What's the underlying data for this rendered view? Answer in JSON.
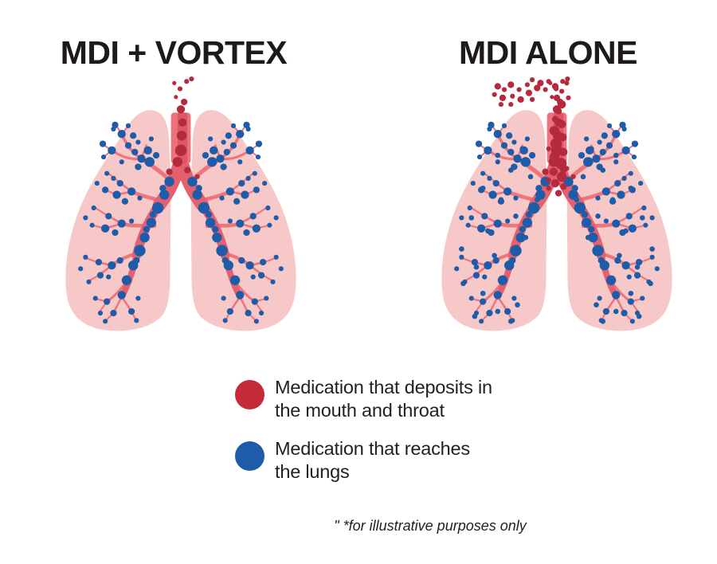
{
  "colors": {
    "lung": "#F6C8C8",
    "airway": "#E4606E",
    "airway_light": "#ED727C",
    "airway_core": "#DE5765",
    "branch": "#EF757D",
    "red_dot": "#B32B3C",
    "blue_dot": "#1E5CA9",
    "legend_red": "#C32B3B",
    "legend_blue": "#1E5CA9",
    "title_text": "#1E1A1B",
    "body_text": "#242021"
  },
  "panels": [
    {
      "title": "MDI + VORTEX",
      "red_dots": [
        [
          162,
          56,
          5
        ],
        [
          161,
          72,
          6
        ],
        [
          160,
          90,
          7
        ],
        [
          156,
          104,
          6
        ],
        [
          146,
          116,
          4
        ],
        [
          168,
          114,
          4
        ],
        [
          180,
          122,
          3
        ],
        [
          160,
          40,
          5
        ],
        [
          164,
          31,
          4
        ],
        [
          154,
          25,
          2.5
        ],
        [
          159,
          15,
          3
        ],
        [
          152,
          8,
          2.5
        ],
        [
          167,
          6,
          3
        ],
        [
          173,
          3,
          3
        ]
      ],
      "blue_dots": [
        [
          112,
          100,
          5
        ],
        [
          104,
          92,
          4
        ],
        [
          120,
          90,
          5
        ],
        [
          96,
          84,
          4
        ],
        [
          88,
          70,
          5
        ],
        [
          80,
          59,
          4
        ],
        [
          96,
          60,
          3
        ],
        [
          102,
          72,
          4
        ],
        [
          76,
          90,
          5
        ],
        [
          65,
          82,
          4
        ],
        [
          66,
          98,
          3
        ],
        [
          108,
          110,
          4
        ],
        [
          122,
          104,
          6
        ],
        [
          130,
          96,
          4
        ],
        [
          88,
          104,
          3
        ],
        [
          78,
          64,
          3
        ],
        [
          108,
          80,
          3
        ],
        [
          124,
          76,
          3
        ],
        [
          100,
          140,
          5
        ],
        [
          86,
          130,
          4
        ],
        [
          82,
          144,
          5
        ],
        [
          70,
          118,
          3
        ],
        [
          68,
          138,
          4
        ],
        [
          92,
          152,
          4
        ],
        [
          110,
          148,
          3
        ],
        [
          58,
          130,
          3
        ],
        [
          78,
          124,
          3
        ],
        [
          88,
          179,
          5
        ],
        [
          72,
          170,
          4
        ],
        [
          68,
          185,
          5
        ],
        [
          54,
          160,
          3
        ],
        [
          52,
          181,
          3
        ],
        [
          80,
          190,
          4
        ],
        [
          100,
          176,
          3
        ],
        [
          44,
          172,
          3
        ],
        [
          76,
          230,
          5
        ],
        [
          60,
          226,
          4
        ],
        [
          62,
          242,
          4
        ],
        [
          44,
          220,
          3
        ],
        [
          48,
          250,
          3
        ],
        [
          86,
          224,
          4
        ],
        [
          72,
          244,
          3
        ],
        [
          38,
          234,
          3
        ],
        [
          70,
          274,
          4
        ],
        [
          56,
          270,
          3
        ],
        [
          62,
          288,
          3
        ],
        [
          78,
          288,
          4
        ],
        [
          68,
          298,
          3
        ],
        [
          100,
          286,
          4
        ],
        [
          106,
          297,
          3
        ],
        [
          88,
          266,
          5
        ],
        [
          108,
          270,
          3
        ],
        [
          146,
          128,
          6
        ],
        [
          140,
          144,
          6
        ],
        [
          132,
          160,
          7
        ],
        [
          124,
          178,
          6
        ],
        [
          116,
          196,
          6
        ],
        [
          110,
          212,
          7
        ],
        [
          102,
          230,
          6
        ],
        [
          94,
          248,
          6
        ],
        [
          118,
          186,
          4
        ],
        [
          106,
          224,
          4
        ],
        [
          126,
          168,
          4
        ],
        [
          138,
          136,
          4
        ],
        [
          208,
          100,
          5
        ],
        [
          216,
          92,
          4
        ],
        [
          200,
          90,
          5
        ],
        [
          224,
          84,
          4
        ],
        [
          232,
          70,
          5
        ],
        [
          240,
          59,
          4
        ],
        [
          224,
          60,
          3
        ],
        [
          218,
          72,
          4
        ],
        [
          244,
          90,
          5
        ],
        [
          255,
          82,
          4
        ],
        [
          254,
          98,
          3
        ],
        [
          212,
          110,
          4
        ],
        [
          198,
          104,
          6
        ],
        [
          190,
          96,
          4
        ],
        [
          232,
          104,
          3
        ],
        [
          242,
          64,
          3
        ],
        [
          212,
          80,
          3
        ],
        [
          196,
          76,
          3
        ],
        [
          220,
          140,
          5
        ],
        [
          234,
          130,
          4
        ],
        [
          238,
          144,
          5
        ],
        [
          250,
          118,
          3
        ],
        [
          252,
          138,
          4
        ],
        [
          228,
          152,
          4
        ],
        [
          210,
          148,
          3
        ],
        [
          262,
          130,
          3
        ],
        [
          242,
          124,
          3
        ],
        [
          232,
          179,
          5
        ],
        [
          248,
          170,
          4
        ],
        [
          252,
          185,
          5
        ],
        [
          266,
          160,
          3
        ],
        [
          268,
          181,
          3
        ],
        [
          240,
          190,
          4
        ],
        [
          220,
          176,
          3
        ],
        [
          276,
          172,
          3
        ],
        [
          244,
          230,
          5
        ],
        [
          260,
          226,
          4
        ],
        [
          258,
          242,
          4
        ],
        [
          276,
          220,
          3
        ],
        [
          272,
          250,
          3
        ],
        [
          234,
          224,
          4
        ],
        [
          248,
          244,
          3
        ],
        [
          282,
          234,
          3
        ],
        [
          250,
          274,
          4
        ],
        [
          264,
          270,
          3
        ],
        [
          258,
          288,
          3
        ],
        [
          242,
          288,
          4
        ],
        [
          252,
          298,
          3
        ],
        [
          220,
          286,
          4
        ],
        [
          214,
          297,
          3
        ],
        [
          232,
          266,
          5
        ],
        [
          212,
          270,
          3
        ],
        [
          174,
          128,
          6
        ],
        [
          180,
          144,
          6
        ],
        [
          188,
          160,
          7
        ],
        [
          196,
          178,
          6
        ],
        [
          204,
          196,
          6
        ],
        [
          210,
          212,
          7
        ],
        [
          218,
          230,
          6
        ],
        [
          226,
          248,
          6
        ],
        [
          202,
          186,
          4
        ],
        [
          214,
          224,
          4
        ],
        [
          194,
          168,
          4
        ],
        [
          182,
          136,
          4
        ]
      ]
    },
    {
      "title": "MDI ALONE",
      "red_dots": [
        [
          158,
          52,
          4
        ],
        [
          166,
          58,
          5
        ],
        [
          157,
          66,
          6
        ],
        [
          167,
          74,
          5
        ],
        [
          159,
          82,
          7
        ],
        [
          168,
          92,
          5
        ],
        [
          157,
          98,
          6
        ],
        [
          165,
          106,
          7
        ],
        [
          156,
          116,
          5
        ],
        [
          166,
          122,
          6
        ],
        [
          158,
          130,
          5
        ],
        [
          168,
          134,
          4
        ],
        [
          150,
          126,
          3
        ],
        [
          172,
          112,
          3
        ],
        [
          150,
          88,
          3
        ],
        [
          162,
          142,
          4
        ],
        [
          150,
          136,
          3
        ],
        [
          162,
          42,
          4
        ],
        [
          166,
          34,
          5
        ],
        [
          160,
          26,
          4
        ],
        [
          166,
          18,
          3
        ],
        [
          158,
          12,
          4
        ],
        [
          150,
          6,
          3
        ],
        [
          140,
          8,
          4
        ],
        [
          130,
          4,
          3
        ],
        [
          146,
          16,
          3
        ],
        [
          136,
          14,
          4
        ],
        [
          124,
          10,
          3
        ],
        [
          126,
          20,
          4
        ],
        [
          114,
          16,
          3
        ],
        [
          104,
          10,
          4
        ],
        [
          96,
          16,
          3
        ],
        [
          88,
          12,
          4
        ],
        [
          84,
          22,
          3
        ],
        [
          94,
          26,
          4
        ],
        [
          106,
          24,
          3
        ],
        [
          116,
          28,
          4
        ],
        [
          130,
          28,
          3
        ],
        [
          104,
          34,
          3
        ],
        [
          92,
          34,
          3
        ],
        [
          174,
          26,
          3
        ],
        [
          172,
          8,
          3
        ]
      ],
      "blue_dots": [
        [
          88,
          96,
          3.2
        ],
        [
          118,
          88,
          3.2
        ],
        [
          104,
          114,
          3.2
        ],
        [
          70,
          136,
          3.2
        ],
        [
          56,
          172,
          3.2
        ],
        [
          92,
          150,
          3.2
        ],
        [
          76,
          188,
          3.2
        ],
        [
          110,
          170,
          3.2
        ],
        [
          44,
          210,
          3.2
        ],
        [
          62,
          232,
          3.2
        ],
        [
          84,
          218,
          3.2
        ],
        [
          46,
          252,
          3.2
        ],
        [
          70,
          264,
          3.2
        ],
        [
          96,
          246,
          3.2
        ],
        [
          88,
          286,
          3.2
        ],
        [
          112,
          278,
          3.2
        ],
        [
          60,
          292,
          3.2
        ],
        [
          128,
          122,
          3.2
        ],
        [
          136,
          150,
          3.2
        ],
        [
          122,
          196,
          3.2
        ],
        [
          104,
          298,
          3.2
        ],
        [
          232,
          96,
          3.2
        ],
        [
          202,
          88,
          3.2
        ],
        [
          216,
          114,
          3.2
        ],
        [
          250,
          136,
          3.2
        ],
        [
          264,
          172,
          3.2
        ],
        [
          228,
          150,
          3.2
        ],
        [
          244,
          188,
          3.2
        ],
        [
          210,
          170,
          3.2
        ],
        [
          276,
          210,
          3.2
        ],
        [
          258,
          232,
          3.2
        ],
        [
          236,
          218,
          3.2
        ],
        [
          274,
          252,
          3.2
        ],
        [
          250,
          264,
          3.2
        ],
        [
          224,
          246,
          3.2
        ],
        [
          232,
          286,
          3.2
        ],
        [
          208,
          278,
          3.2
        ],
        [
          260,
          292,
          3.2
        ],
        [
          192,
          122,
          3.2
        ],
        [
          184,
          150,
          3.2
        ],
        [
          198,
          196,
          3.2
        ],
        [
          216,
          298,
          3.2
        ]
      ]
    }
  ],
  "legend": {
    "items": [
      {
        "label": "Medication that deposits in\nthe mouth and throat"
      },
      {
        "label": "Medication that reaches\nthe lungs"
      }
    ]
  },
  "footnote": "\" *for illustrative purposes only"
}
